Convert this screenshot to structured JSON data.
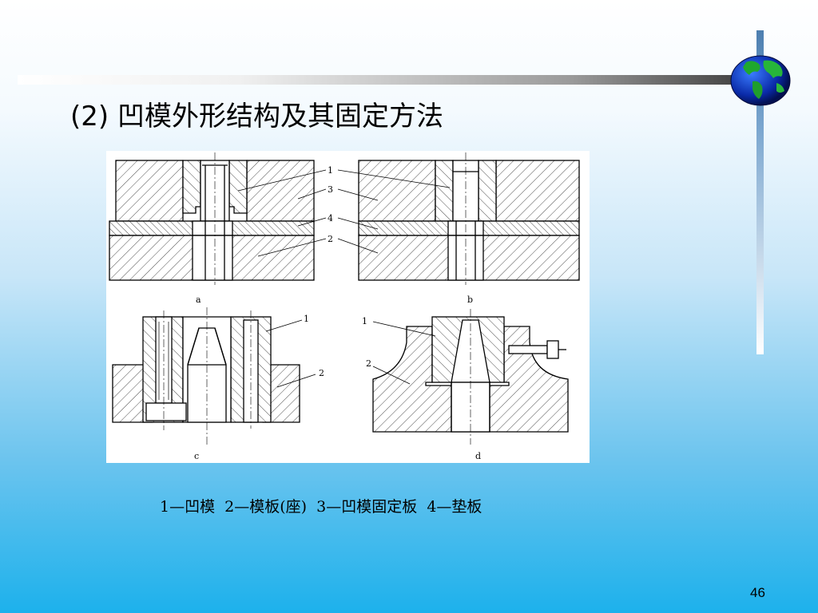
{
  "slide": {
    "title": "(2) 凹模外形结构及其固定方法",
    "caption": "1—凹模  2—模板(座)  3—凹模固定板  4—垫板",
    "page_number": "46"
  },
  "figure": {
    "panels": [
      {
        "id": "a",
        "letter": "a",
        "part_labels": [
          "1",
          "3",
          "4",
          "2"
        ]
      },
      {
        "id": "b",
        "letter": "b",
        "part_labels": [
          "1",
          "3",
          "4",
          "2"
        ]
      },
      {
        "id": "c",
        "letter": "c",
        "part_labels": [
          "1",
          "2"
        ]
      },
      {
        "id": "d",
        "letter": "d",
        "part_labels": [
          "1",
          "2"
        ]
      }
    ]
  },
  "colors": {
    "title_bar_dark": "#3b3b3b",
    "accent_vertical_bar": "#4d7fb0",
    "background_bottom": "#1db1ec"
  },
  "icons": {
    "decoration": "globe-icon"
  }
}
